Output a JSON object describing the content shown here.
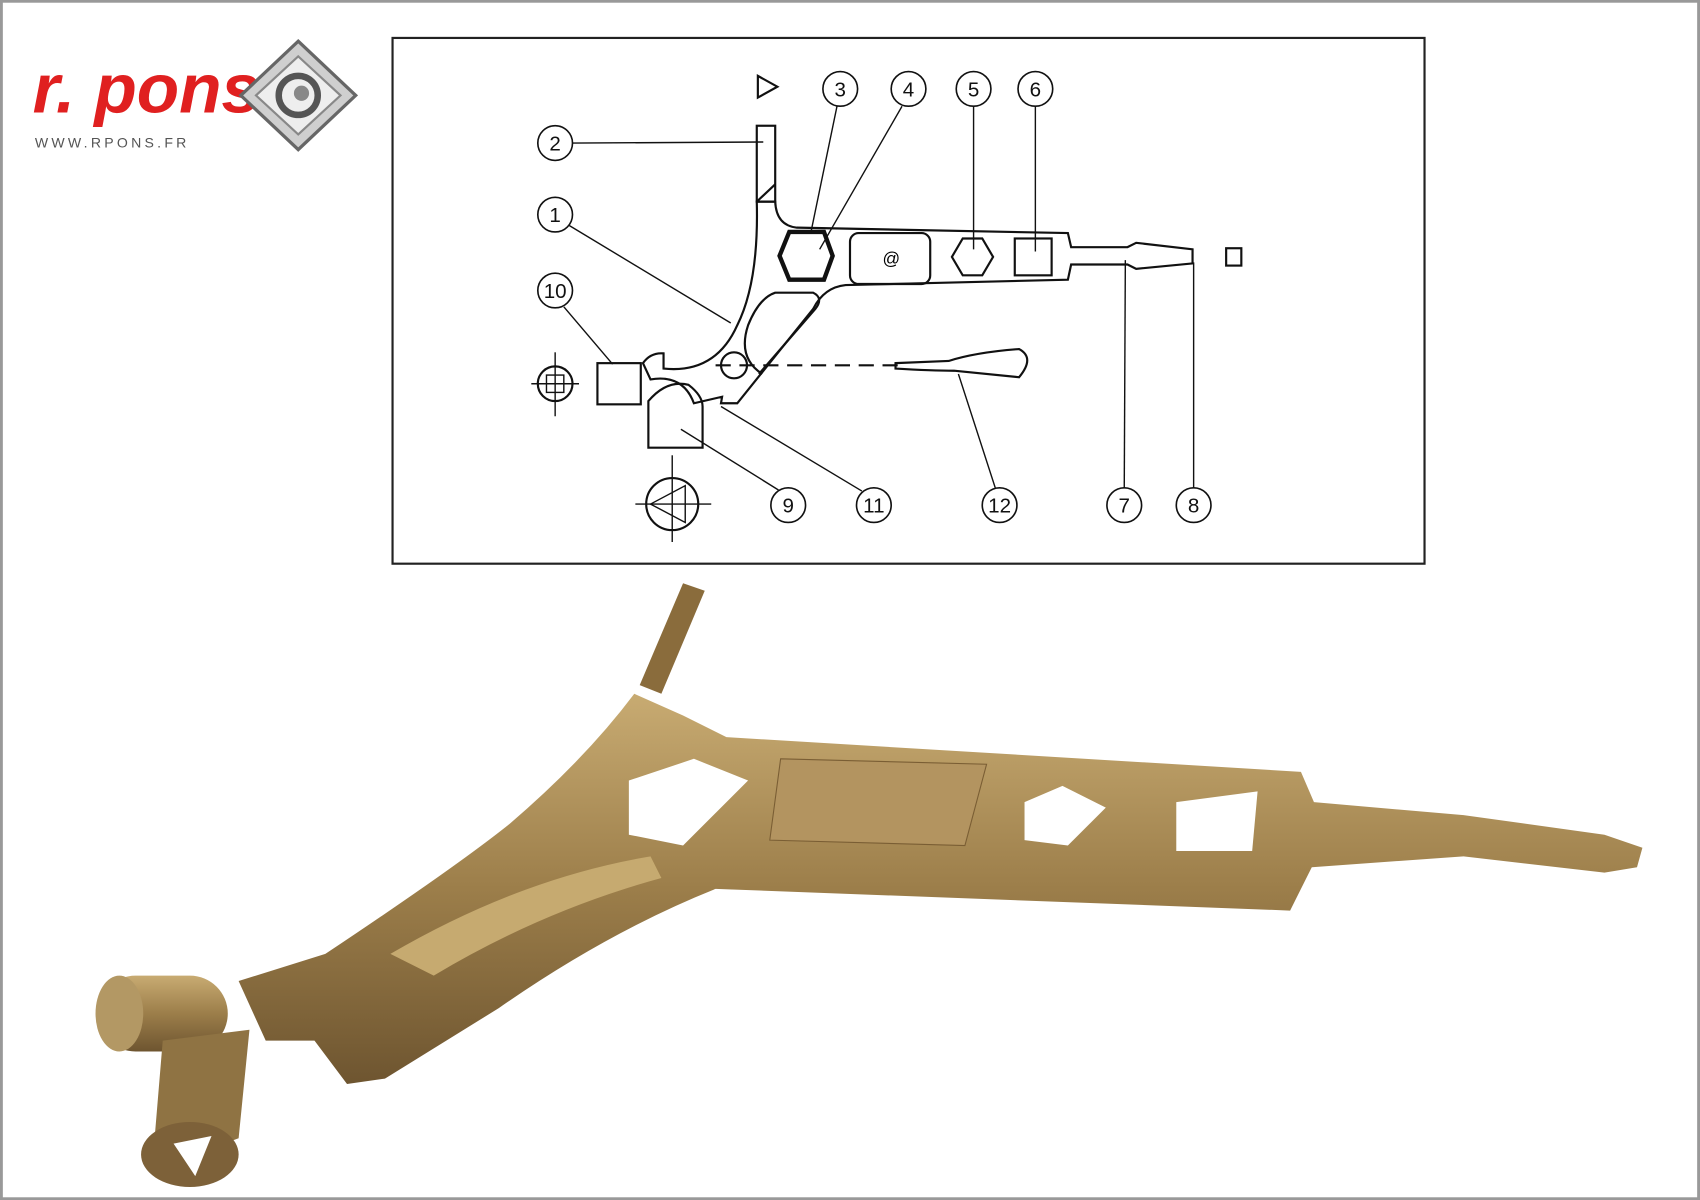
{
  "brand": {
    "name": "r. pons",
    "url": "WWW.RPONS.FR"
  },
  "diagram": {
    "callouts": [
      "1",
      "2",
      "3",
      "4",
      "5",
      "6",
      "7",
      "8",
      "9",
      "10",
      "11",
      "12"
    ]
  },
  "colors": {
    "brand_red": "#e02020",
    "bronze": "#a88a55",
    "frame": "#999999"
  }
}
